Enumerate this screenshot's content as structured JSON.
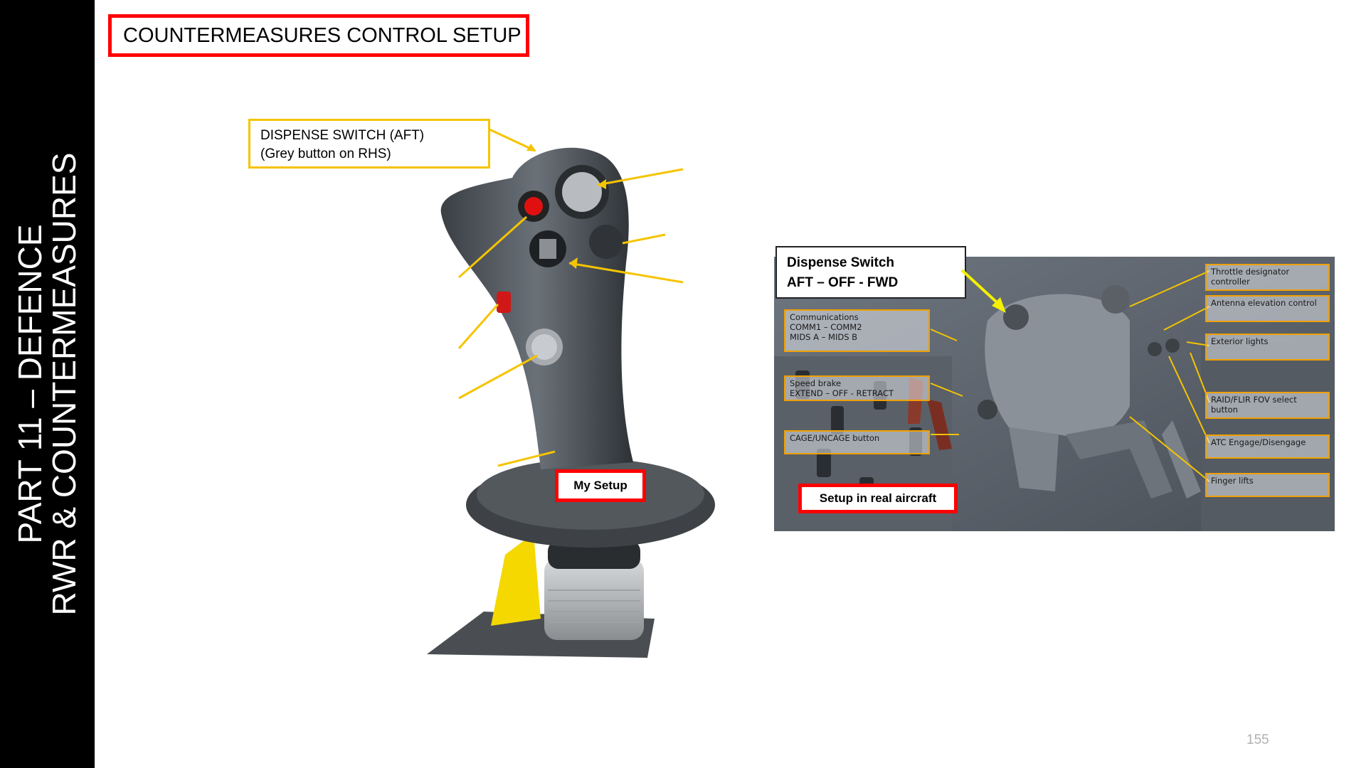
{
  "sidebar": {
    "line1": "PART 11 – DEFENCE",
    "line2": "RWR & COUNTERMEASURES"
  },
  "title": "COUNTERMEASURES CONTROL SETUP",
  "left_panel": {
    "callout_line1": "DISPENSE SWITCH (AFT)",
    "callout_line2": "(Grey button on RHS)",
    "label": "My Setup"
  },
  "right_panel": {
    "callout_line1": "Dispense Switch",
    "callout_line2": "AFT – OFF - FWD",
    "label": "Setup in real aircraft",
    "left_annotations": [
      {
        "line1": "Communications",
        "line2": "COMM1 – COMM2",
        "line3": "MIDS A – MIDS B"
      },
      {
        "line1": "Speed brake",
        "line2": "EXTEND – OFF - RETRACT"
      },
      {
        "line1": "CAGE/UNCAGE button"
      }
    ],
    "right_annotations": [
      {
        "line1": "Throttle designator",
        "line2": "controller"
      },
      {
        "line1": "Antenna elevation control"
      },
      {
        "line1": "Exterior lights"
      },
      {
        "line1": "RAID/FLIR FOV select",
        "line2": "button"
      },
      {
        "line1": "ATC Engage/Disengage"
      },
      {
        "line1": "Finger lifts"
      }
    ]
  },
  "page_number": "155",
  "colors": {
    "sidebar_bg": "#000000",
    "title_border": "#ff0000",
    "callout_border": "#f5c400",
    "annotation_border": "#f0a000",
    "arrow": "#f5c400"
  }
}
